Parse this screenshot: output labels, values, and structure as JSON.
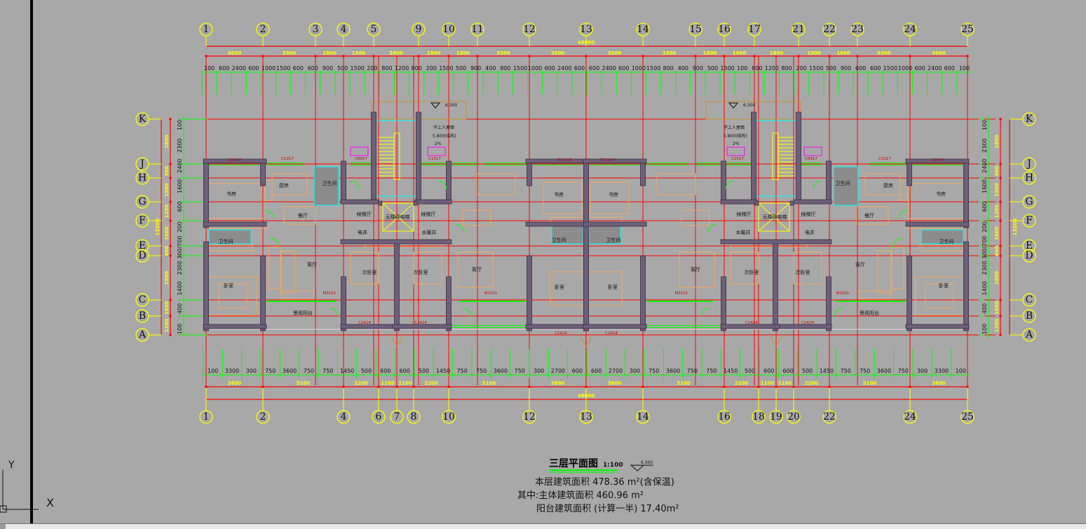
{
  "drawing": {
    "title": "三层平面图",
    "scale": "1:100",
    "elevation": "6.300",
    "area_lines": [
      "本层建筑面积 478.36 m²(含保温)",
      "其中:主体建筑面积 460.96 m²",
      "阳台建筑面积 (计算一半) 17.40m²"
    ]
  },
  "axes": {
    "top": [
      "1",
      "2",
      "3",
      "4",
      "5",
      "9",
      "10",
      "11",
      "12",
      "13",
      "14",
      "15",
      "16",
      "17",
      "21",
      "22",
      "23",
      "24",
      "25"
    ],
    "bottom": [
      "1",
      "2",
      "4",
      "6",
      "7",
      "8",
      "10",
      "12",
      "13",
      "14",
      "16",
      "18",
      "19",
      "20",
      "22",
      "24",
      "25"
    ],
    "rows": [
      "K",
      "J",
      "H",
      "G",
      "F",
      "E",
      "D",
      "C",
      "B",
      "A"
    ]
  },
  "dimensions": {
    "total": "48000",
    "top_axis": [
      "3600",
      "3300",
      "1800",
      "1900",
      "2800",
      "1900",
      "1800",
      "3300",
      "3600",
      "3600",
      "3300",
      "1800",
      "1900",
      "2800",
      "1900",
      "1800",
      "3300",
      "3600"
    ],
    "top_detail": [
      "100",
      "600",
      "2400",
      "600",
      "1000",
      "1500",
      "600",
      "600",
      "900",
      "500",
      "1500",
      "200",
      "800",
      "1200",
      "800",
      "200",
      "1500",
      "500",
      "900",
      "400",
      "800",
      "1500",
      "1000",
      "600",
      "2400",
      "600",
      "600",
      "2400",
      "600",
      "1000",
      "1500",
      "800",
      "400",
      "900",
      "500",
      "1500",
      "100",
      "800",
      "1200",
      "800",
      "200",
      "1500",
      "500",
      "900",
      "600",
      "600",
      "1500",
      "1000",
      "600",
      "2400",
      "600",
      "100"
    ],
    "bottom_axis": [
      "3600",
      "5100",
      "2200",
      "1100",
      "1100",
      "2200",
      "5100",
      "3600",
      "3600",
      "5100",
      "2200",
      "1100",
      "1100",
      "2200",
      "5100",
      "3600"
    ],
    "bottom_detail": [
      "100",
      "3300",
      "300",
      "750",
      "3600",
      "750",
      "750",
      "1450",
      "500",
      "600",
      "600",
      "500",
      "1450",
      "750",
      "750",
      "3600",
      "750",
      "300",
      "2700",
      "600",
      "600",
      "2700",
      "300",
      "750",
      "3600",
      "750",
      "750",
      "1450",
      "500",
      "600",
      "600",
      "500",
      "1450",
      "750",
      "750",
      "3600",
      "750",
      "300",
      "3300",
      "100"
    ],
    "side_total": "13200",
    "side_axis": [
      "2800",
      "900",
      "1500",
      "1200",
      "1600",
      "600",
      "2800",
      "1000",
      "1200"
    ],
    "side_detail": [
      "100",
      "2300",
      "2400",
      "1600",
      "600",
      "200",
      "300/700",
      "2300",
      "1400",
      "400",
      "100"
    ]
  },
  "rooms": [
    "书房",
    "厨房",
    "卫生间",
    "餐厅",
    "卫生间",
    "客厅",
    "卧室",
    "景观阳台",
    "候梯厅",
    "电井",
    "无障碍电梯",
    "候梯厅",
    "水暖井",
    "次卧室",
    "次卧室",
    "客厅",
    "书房",
    "卫生间",
    "卧室"
  ],
  "windows": [
    "C2417",
    "C1017",
    "C0917",
    "C1517",
    "C2424",
    "M1521",
    "C2424",
    "C2424",
    "M1521",
    "TC1217"
  ],
  "notes": [
    "6.300",
    "不上人屋面",
    "5.800(结构)",
    "2%"
  ],
  "ucs": {
    "x": "X",
    "y": "Y"
  },
  "colors": {
    "background": "#a8a8a8",
    "axis": "#ff0000",
    "bubble": "#ffff00",
    "dim_green": "#00ff00",
    "wall": "#6e5f78",
    "furniture": "#f0a860",
    "glass": "#00ffff"
  }
}
